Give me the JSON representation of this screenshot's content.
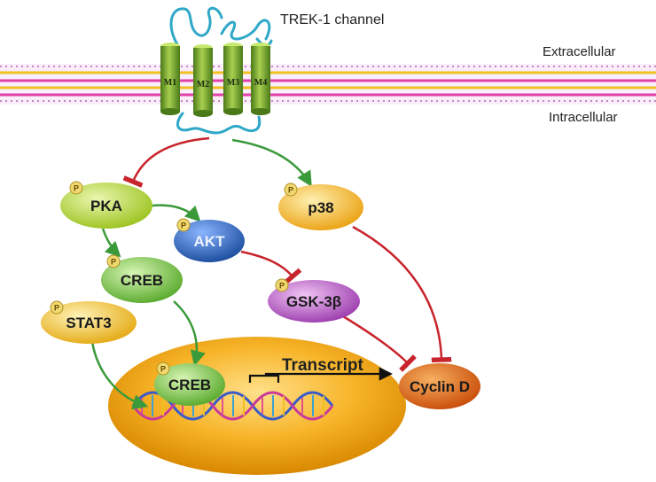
{
  "labels": {
    "channel": "TREK-1 channel",
    "extracellular": "Extracellular",
    "intracellular": "Intracellular",
    "transcript": "Transcript",
    "phospho": "P"
  },
  "segments": [
    "M1",
    "M2",
    "M3",
    "M4"
  ],
  "nodes": {
    "pka": "PKA",
    "akt": "AKT",
    "creb": "CREB",
    "stat3": "STAT3",
    "creb_nucleus": "CREB",
    "p38": "p38",
    "gsk3b": "GSK-3β",
    "cyclin_d": "Cyclin D"
  },
  "colors": {
    "activation": "#3a9a3a",
    "inhibition": "#c8242c",
    "membrane_head": "#e83aa8",
    "membrane_tail": "#f0c020",
    "channel_green": "#6a9a28",
    "channel_loop": "#2fa8c8",
    "nucleus": "#f0a010",
    "pka": "#a8cc30",
    "akt": "#2a62b8",
    "creb": "#6ab838",
    "stat3": "#f0c020",
    "p38": "#f0b020",
    "gsk3b": "#a848b8",
    "cyclin_d": "#e06010"
  }
}
